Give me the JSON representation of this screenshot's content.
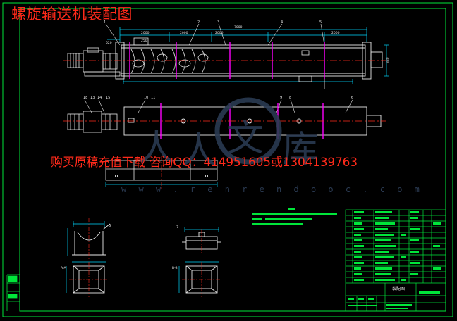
{
  "title": "螺旋输送机装配图",
  "promo": "购买原稿充值下载  咨询QQ：414951605或1304139763",
  "watermark_url": "w w w . r e n r e n d o o c . c o m",
  "watermark_chars": [
    "人",
    "人",
    "文",
    "库"
  ],
  "colors": {
    "background": "#000000",
    "frame": "#00e63a",
    "drawing": "#e8e8e8",
    "section": "#ff00ff",
    "centerline": "#ff2a1a",
    "dimension": "#00d8ff",
    "title_text": "#ff2a1a",
    "watermark": "#2a3a52"
  },
  "callouts_top": [
    "1",
    "2",
    "3",
    "4",
    "5"
  ],
  "callouts_plan": [
    "18",
    "13",
    "14",
    "15",
    "10",
    "11",
    "9",
    "8",
    "6"
  ],
  "detail_labels": [
    "6",
    "7",
    "A-A",
    "B-B"
  ],
  "title_block": {
    "drawing_name": "装配图"
  }
}
